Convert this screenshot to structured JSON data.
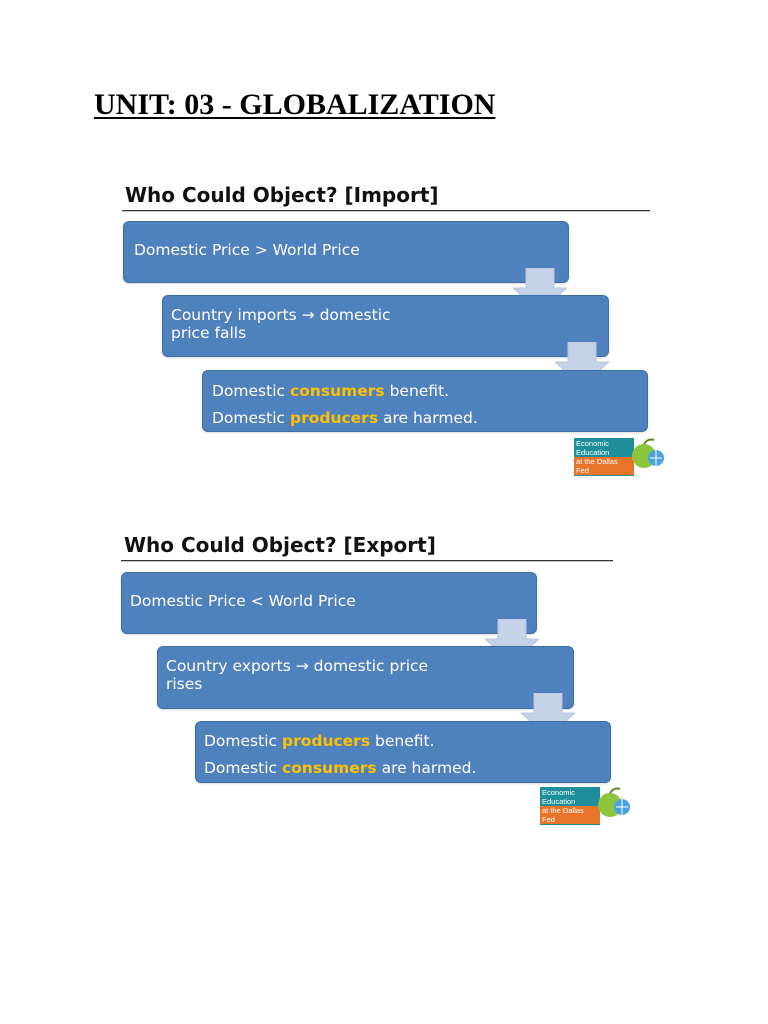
{
  "page": {
    "title": "UNIT: 03 - GLOBALIZATION"
  },
  "import_section": {
    "heading": "Who Could Object? [Import]",
    "step1": "Domestic Price > World Price",
    "step2_line1": "Country imports → domestic",
    "step2_line2": "price falls",
    "step3_line1_pre": "Domestic ",
    "step3_line1_hl": "consumers",
    "step3_line1_post": " benefit.",
    "step3_line2_pre": "Domestic ",
    "step3_line2_hl": "producers",
    "step3_line2_post": " are harmed."
  },
  "export_section": {
    "heading": "Who Could Object? [Export]",
    "step1": "Domestic Price < World Price",
    "step2_line1": "Country exports →  domestic price",
    "step2_line2": "rises",
    "step3_line1_pre": "Domestic ",
    "step3_line1_hl": "producers",
    "step3_line1_post": " benefit.",
    "step3_line2_pre": "Domestic ",
    "step3_line2_hl": "consumers",
    "step3_line2_post": " are harmed."
  },
  "logo": {
    "line1": "Economic",
    "line2": "Education",
    "line3": "at the Dallas Fed"
  },
  "colors": {
    "box_fill": "#4f81bd",
    "box_text": "#ffffff",
    "highlight": "#ffc000",
    "arrow_fill": "#c5d3e8"
  }
}
